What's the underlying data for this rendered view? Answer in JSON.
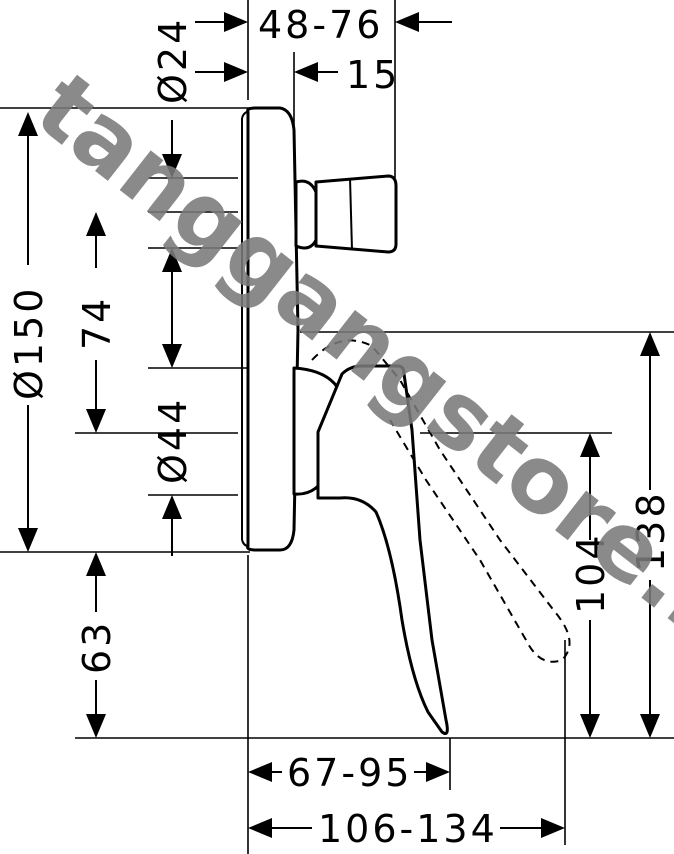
{
  "dimensions": {
    "d24": "Ø24",
    "w48_76": "48-76",
    "w15": "15",
    "d150": "Ø150",
    "h74": "74",
    "d44": "Ø44",
    "h138": "138",
    "h104": "104",
    "h63": "63",
    "w67_95": "67-95",
    "w106_134": "106-134"
  },
  "watermark": "tanggangstore.id"
}
